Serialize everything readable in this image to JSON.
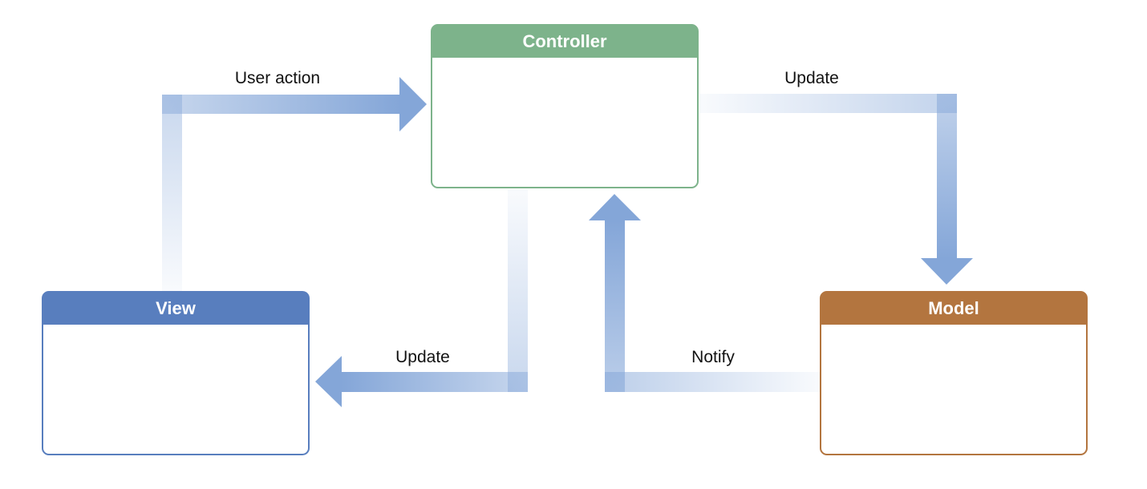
{
  "nodes": {
    "controller": {
      "title": "Controller",
      "color": "#7db38b"
    },
    "view": {
      "title": "View",
      "color": "#587ebe"
    },
    "model": {
      "title": "Model",
      "color": "#b3753f"
    }
  },
  "edges": {
    "user_action": {
      "label": "User action",
      "from": "View",
      "to": "Controller"
    },
    "update_model": {
      "label": "Update",
      "from": "Controller",
      "to": "Model"
    },
    "update_view": {
      "label": "Update",
      "from": "Controller",
      "to": "View"
    },
    "notify": {
      "label": "Notify",
      "from": "Model",
      "to": "Controller"
    }
  },
  "arrow_color": "#84a6d8"
}
